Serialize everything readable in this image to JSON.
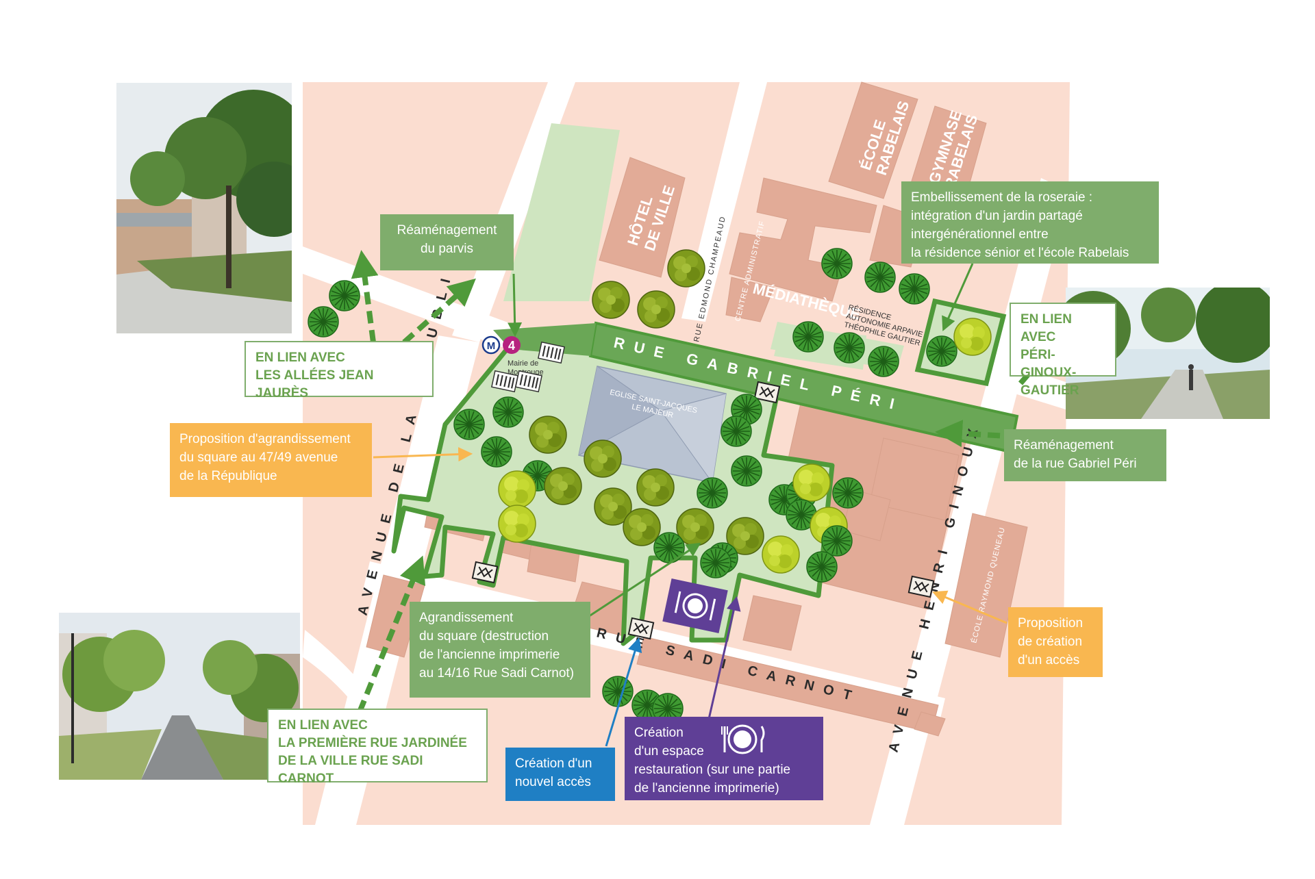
{
  "streets": {
    "gabriel_peri": "RUE GABRIEL PÉRI",
    "republique": "AVENUE DE LA RÉPUBLIQUE",
    "sadi_carnot": "RUE SADI CARNOT",
    "henri_ginoux": "AVENUE HENRI GINOUX",
    "edmond_champeaud": "RUE EDMOND CHAMPEAUD",
    "raymond_queneau": "ÉCOLE RAYMOND QUENEAU"
  },
  "buildings": {
    "hotel_de_ville": [
      "HÔTEL",
      "DE VILLE"
    ],
    "ecole_rabelais": [
      "ÉCOLE",
      "RABELAIS"
    ],
    "gymnase_rabelais": [
      "GYMNASE",
      "RABELAIS"
    ],
    "mediatheque": "MÉDIATHÈQUE",
    "centre_admin": "CENTRE ADMINISTRATIF",
    "residence": [
      "RÉSIDENCE",
      "AUTONOMIE ARPAVIE",
      "THÉOPHILE GAUTIER"
    ],
    "eglise": [
      "EGLISE SAINT-JACQUES",
      "LE MAJEUR"
    ]
  },
  "metro": {
    "symbol": "M",
    "line": "4",
    "station": [
      "Mairie de",
      "Montrouge"
    ],
    "line_color": "#b6227f"
  },
  "callouts": {
    "parvis": [
      "Réaménagement",
      "du parvis"
    ],
    "allees": [
      "EN LIEN AVEC",
      "LES ALLÉES JEAN JAURÈS"
    ],
    "agrandissement_47": [
      "Proposition d'agrandissement",
      "du square au 47/49 avenue",
      "de la République"
    ],
    "roseraie": [
      "Embellissement de la roseraie :",
      "intégration d'un jardin partagé",
      "intergénérationnel entre",
      "la résidence sénior et l'école Rabelais"
    ],
    "peri_ginoux": [
      "EN LIEN AVEC",
      "PÉRI-GINOUX-",
      "GAUTIER"
    ],
    "gabriel_peri": [
      "Réaménagement",
      "de la rue Gabriel Péri"
    ],
    "agrandissement_14": [
      "Agrandissement",
      "du square (destruction",
      "de l'ancienne imprimerie",
      "au 14/16 Rue Sadi Carnot)"
    ],
    "creation_acces_right": [
      "Proposition",
      "de création",
      "d'un accès"
    ],
    "sadi_carnot_link": [
      "EN LIEN AVEC",
      "LA PREMIÈRE RUE JARDINÉE",
      "DE LA VILLE RUE SADI CARNOT"
    ],
    "nouvel_acces": [
      "Création d'un",
      "nouvel accès"
    ],
    "restauration": [
      "Création",
      "d'un espace",
      "restauration (sur une partie",
      "de l'ancienne imprimerie)"
    ]
  },
  "icons": [
    "restaurant-icon",
    "metro-icon",
    "gate-icon",
    "tree-icon",
    "crosswalk-icon"
  ],
  "colors": {
    "background_block": "#fbddd0",
    "building": "#e2ab97",
    "park": "#cfe5c0",
    "park_border": "#4f9a3a",
    "callout_green": "#7fad6c",
    "callout_orange": "#f9b750",
    "callout_blue": "#1f7fc4",
    "callout_purple": "#5f3f96"
  }
}
